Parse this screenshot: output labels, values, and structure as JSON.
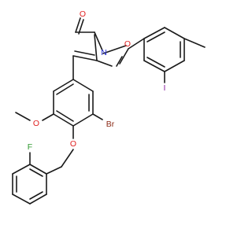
{
  "molecule": {
    "atom_labels": {
      "O_carbonyl": "O",
      "O_ring": "O",
      "N_ring": "N",
      "I": "I",
      "Br": "Br",
      "O_ether": "O",
      "O_methoxy": "O",
      "F": "F"
    },
    "colors": {
      "O": "#e02020",
      "N": "#2a33d6",
      "I": "#8a1ea0",
      "Br": "#8b2a16",
      "F": "#2f9a2f",
      "bond": "#1a1a1a"
    }
  }
}
